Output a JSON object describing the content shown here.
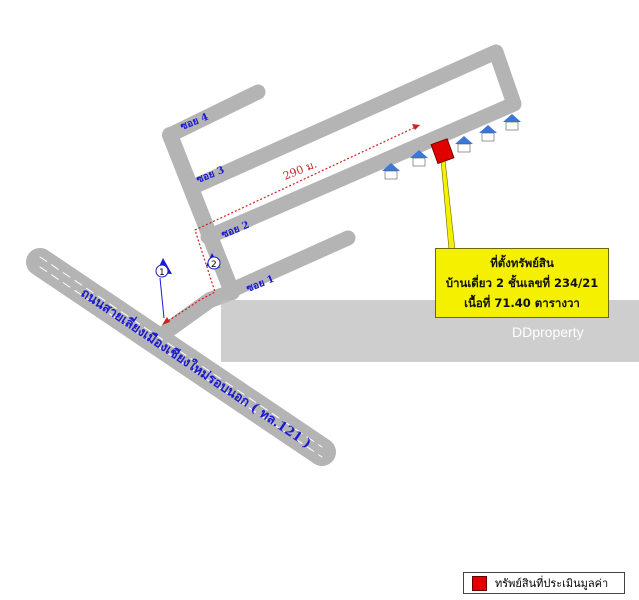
{
  "main_road": "ถนนสายเลี่ยงเมืองเชียงใหม่รอบนอก ( ทล.121 )",
  "sois": [
    "ซอย 1",
    "ซอย 2",
    "ซอย 3",
    "ซอย 4"
  ],
  "distance": "290 ม.",
  "markers": [
    "1",
    "2"
  ],
  "callout": {
    "title": "ที่ตั้งทรัพย์สิน",
    "line1": "บ้านเดี่ยว 2 ชั้นเลขที่ 234/21",
    "line2": "เนื้อที่ 71.40 ตารางวา"
  },
  "watermark": "DDproperty",
  "legend": {
    "label": "ทรัพย์สินที่ประเมินมูลค่า",
    "color": "#e00000"
  },
  "colors": {
    "road": "#b4b4b4",
    "route": "#d02020",
    "text": "#1a1ad0",
    "callout": "#f5f000"
  }
}
